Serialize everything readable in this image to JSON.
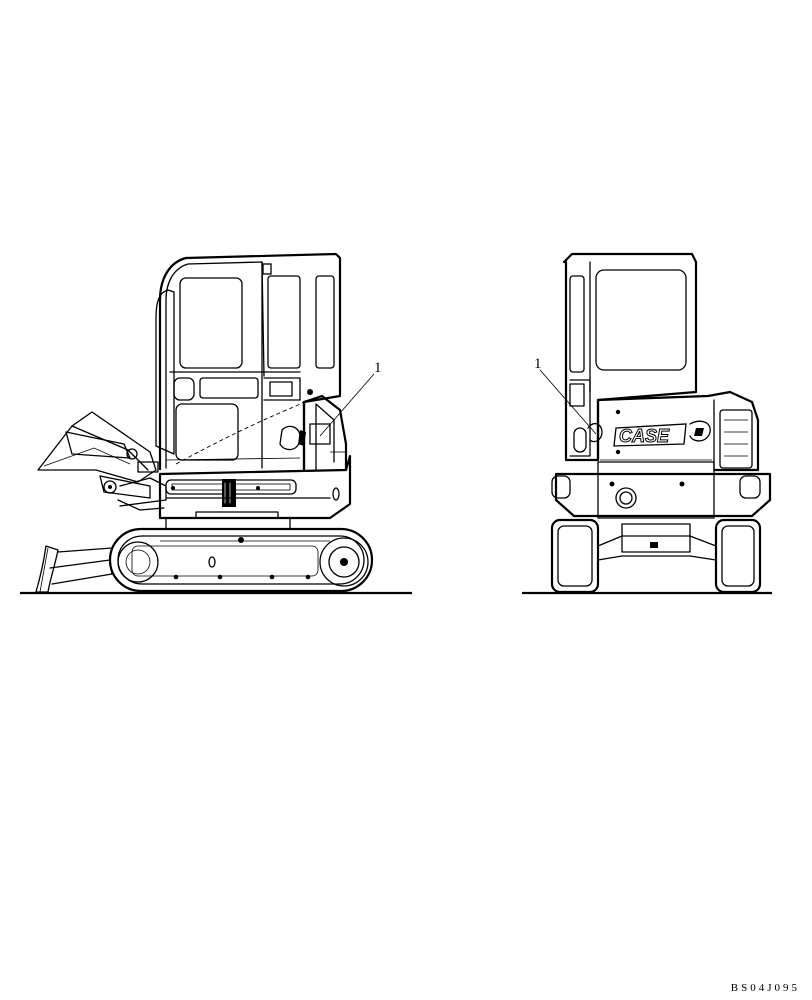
{
  "side_view": {
    "callout": "1"
  },
  "rear_view": {
    "callout": "1",
    "logo": "CASE"
  },
  "reference_code": "BS04J095"
}
